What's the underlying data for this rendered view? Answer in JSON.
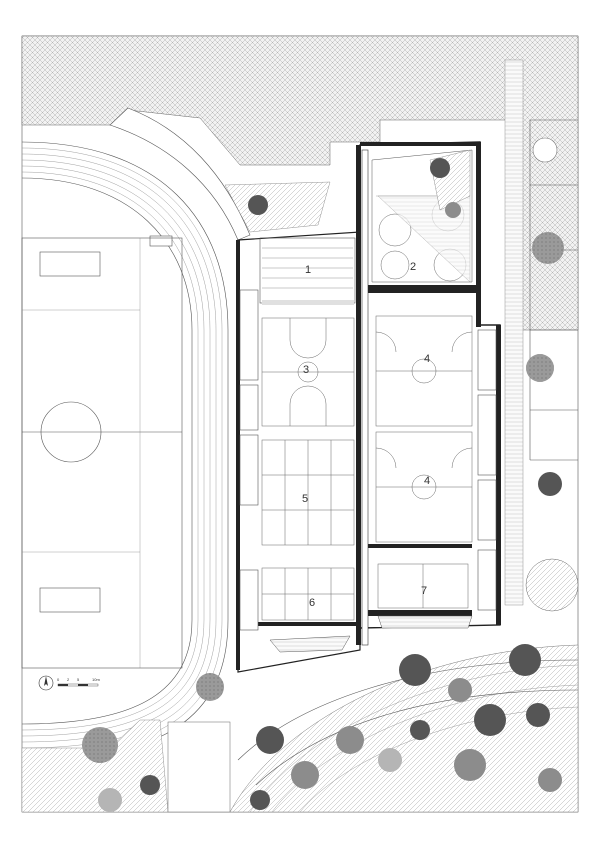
{
  "plan": {
    "room_labels": [
      "1",
      "2",
      "3",
      "4",
      "4",
      "5",
      "6",
      "7"
    ],
    "scale_bar": {
      "ticks": [
        "0",
        "2",
        "5",
        "10m"
      ]
    }
  },
  "colors": {
    "background": "#ffffff",
    "hatch": "#bdbdbd",
    "tree_dark": "#555555",
    "tree_mid": "#8c8c8c",
    "tree_light": "#b5b5b5",
    "walls": "#222222"
  },
  "icons": {
    "north_arrow": "north-arrow-icon"
  }
}
